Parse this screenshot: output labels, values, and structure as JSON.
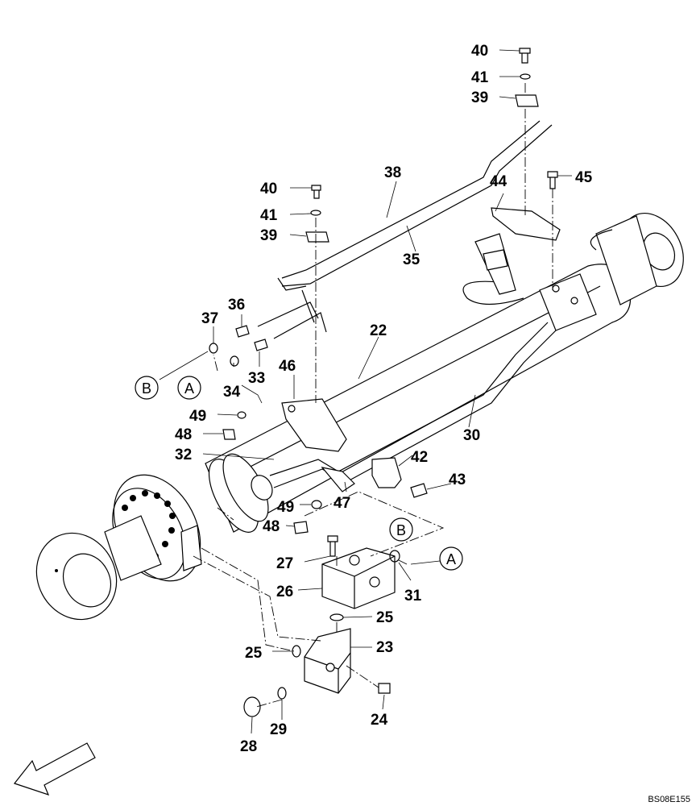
{
  "diagram_code": "BS08E155",
  "references": [
    {
      "id": "ref-b-left",
      "text": "B"
    },
    {
      "id": "ref-a-left",
      "text": "A"
    },
    {
      "id": "ref-b-right",
      "text": "B"
    },
    {
      "id": "ref-a-right",
      "text": "A"
    }
  ],
  "parts": [
    {
      "id": "p40a",
      "text": "40"
    },
    {
      "id": "p41a",
      "text": "41"
    },
    {
      "id": "p39a",
      "text": "39"
    },
    {
      "id": "p38",
      "text": "38"
    },
    {
      "id": "p44",
      "text": "44"
    },
    {
      "id": "p45",
      "text": "45"
    },
    {
      "id": "p40b",
      "text": "40"
    },
    {
      "id": "p41b",
      "text": "41"
    },
    {
      "id": "p39b",
      "text": "39"
    },
    {
      "id": "p35",
      "text": "35"
    },
    {
      "id": "p36",
      "text": "36"
    },
    {
      "id": "p37",
      "text": "37"
    },
    {
      "id": "p22",
      "text": "22"
    },
    {
      "id": "p33",
      "text": "33"
    },
    {
      "id": "p46",
      "text": "46"
    },
    {
      "id": "p34",
      "text": "34"
    },
    {
      "id": "p49a",
      "text": "49"
    },
    {
      "id": "p30",
      "text": "30"
    },
    {
      "id": "p48a",
      "text": "48"
    },
    {
      "id": "p32",
      "text": "32"
    },
    {
      "id": "p42",
      "text": "42"
    },
    {
      "id": "p43",
      "text": "43"
    },
    {
      "id": "p49b",
      "text": "49"
    },
    {
      "id": "p47",
      "text": "47"
    },
    {
      "id": "p48b",
      "text": "48"
    },
    {
      "id": "p27",
      "text": "27"
    },
    {
      "id": "p26",
      "text": "26"
    },
    {
      "id": "p31",
      "text": "31"
    },
    {
      "id": "p25a",
      "text": "25"
    },
    {
      "id": "p23",
      "text": "23"
    },
    {
      "id": "p25b",
      "text": "25"
    },
    {
      "id": "p24",
      "text": "24"
    },
    {
      "id": "p29",
      "text": "29"
    },
    {
      "id": "p28",
      "text": "28"
    }
  ]
}
